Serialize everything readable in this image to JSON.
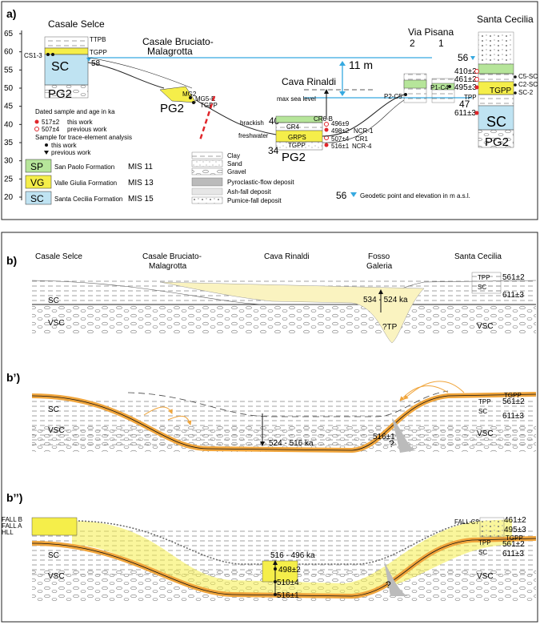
{
  "panel_a": {
    "label": "a)",
    "yaxis_ticks": [
      "65",
      "60",
      "55",
      "50",
      "45",
      "40",
      "35",
      "30",
      "25",
      "20"
    ],
    "sites": {
      "casale_selce": "Casale Selce",
      "casale_bruciato": "Casale Bruciato-",
      "casale_bruciato_2": "Malagrotta",
      "cava_rinaldi": "Cava Rinaldi",
      "via_pisana": "Via Pisana",
      "via_pisana_2": "2",
      "via_pisana_1": "1",
      "santa_cecilia": "Santa Cecilia"
    },
    "labels": {
      "ttpb": "TTPB",
      "tgpp": "TGPP",
      "cs13": "CS1-3",
      "sc": "SC",
      "elev58": "58",
      "pg2": "PG2",
      "mg2": "MG2",
      "mg5e": "MG5-E",
      "tgpp2": "TGPP",
      "elev11": "11 m",
      "max_sea_level": "max sea level",
      "brackish": "brackish",
      "elev40": "40",
      "freshwater": "freshwater",
      "elev34": "34",
      "pg2_b": "PG2",
      "cr6b": "CR6-B",
      "cr4": "CR4",
      "grps": "GRPS",
      "tgpp3": "TGPP",
      "age496": "496±9",
      "age498": "498±2",
      "ncr1": "NCR-1",
      "age507": "507±4",
      "cr1": "CR1",
      "age516": "516±1",
      "ncr4": "NCR-4",
      "p2c5": "P2-C5",
      "p1c4": "P1-C4",
      "elev56": "56",
      "age410": "410±2",
      "age461": "461±2",
      "age495": "495±3",
      "c5sc": "C5-SC",
      "c2sc": "C2-SC",
      "sc2": "SC-2",
      "tgpp4": "TGPP",
      "tpp": "TPP",
      "elev47": "47",
      "age611": "611±3",
      "sc_b": "SC",
      "pg2_c": "PG2"
    },
    "legend": {
      "dated_title": "Dated sample and age in ka",
      "this_work_ex": "517±2",
      "this_work": "this work",
      "prev_work_ex": "507±4",
      "prev_work": "previous work",
      "trace_title": "Sample for trace-element analysis",
      "trace_this": "this work",
      "trace_prev": "previous work",
      "sp": "SP",
      "sp_name": "San Paolo Formation",
      "sp_mis": "MIS 11",
      "vg": "VG",
      "vg_name": "Valle Giulia Formation",
      "vg_mis": "MIS 13",
      "sc": "SC",
      "sc_name": "Santa Cecilia Formation",
      "sc_mis": "MIS 15",
      "clay": "Clay",
      "sand": "Sand",
      "gravel": "Gravel",
      "pyro": "Pyroclastic-flow deposit",
      "ash": "Ash-fall deposit",
      "pumice": "Pumice-fall deposit",
      "geo_num": "56",
      "geo_text": "Geodetic point and elevation in m a.s.l."
    }
  },
  "panel_b": {
    "label": "b)",
    "sites": [
      "Casale Selce",
      "Casale Bruciato-",
      "Malagrotta",
      "Cava Rinaldi",
      "Fosso",
      "Galeria",
      "Santa Cecilia"
    ],
    "sc": "SC",
    "vsc": "VSC",
    "age_range": "534 - 524 ka",
    "tp": "?TP",
    "q": "?",
    "tpp": "TPP",
    "age561": "561±2",
    "sc_r": "SC",
    "age611": "611±3",
    "vsc_r": "VSC"
  },
  "panel_bp": {
    "label": "b’)",
    "sc": "SC",
    "vsc": "VSC",
    "age_range": "524 - 516 ka",
    "age516": "516±1",
    "q": "?",
    "tgpp": "TGPP",
    "tpp": "TPP",
    "age561": "561±2",
    "sc_r": "SC",
    "age611": "611±3",
    "vsc_r": "VSC"
  },
  "panel_bpp": {
    "label": "b’’)",
    "fall_b": "FALL B",
    "fall_a": "FALL A",
    "hll": "HLL",
    "sc": "SC",
    "vsc": "VSC",
    "age_range": "516 - 496 ka",
    "age498": "498±2",
    "age510": "510±4",
    "age516": "516±1",
    "q": "?",
    "fall_c": "FALL C?",
    "age461": "461±2",
    "age495": "495±3",
    "tgpp": "TGPP",
    "tpp": "TPP",
    "age561": "561±2",
    "sc_r": "SC",
    "age611": "611±3",
    "vsc_r": "VSC"
  },
  "colors": {
    "sc_blue": "#bfe3f2",
    "vg_yellow": "#f5ee4a",
    "sp_green": "#b6e59a",
    "orange": "#f0a53c",
    "red": "#e0262b",
    "cyan_line": "#36a9e0",
    "pale_yellow": "#faf3c0"
  }
}
